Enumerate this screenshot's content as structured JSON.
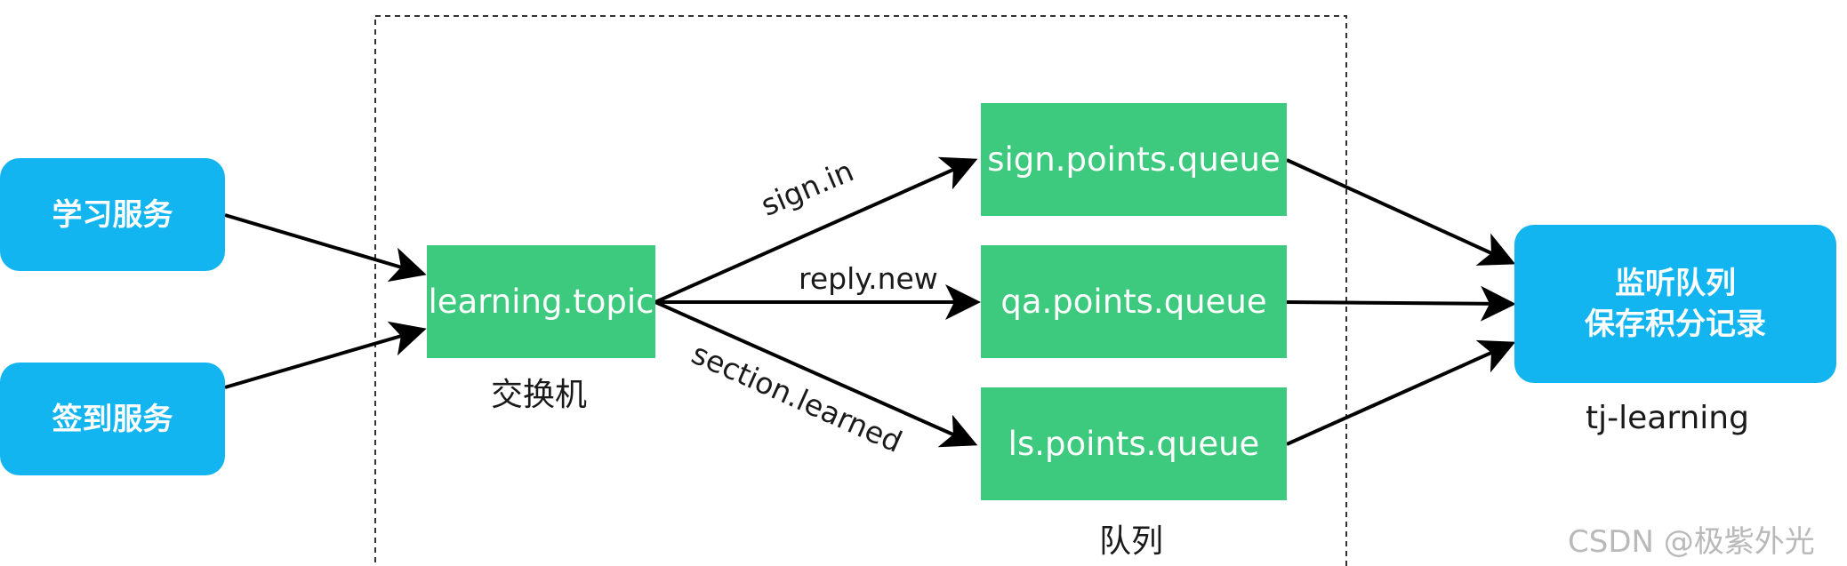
{
  "services": {
    "study": "学习服务",
    "signin": "签到服务"
  },
  "exchange": {
    "name": "learning.topic",
    "caption": "交换机"
  },
  "routing_keys": {
    "sign": "sign.in",
    "reply": "reply.new",
    "section": "section.learned"
  },
  "queues": {
    "sign": "sign.points.queue",
    "qa": "qa.points.queue",
    "ls": "ls.points.queue",
    "caption": "队列"
  },
  "consumer": {
    "text": "监听队列\n保存积分记录",
    "caption": "tj-learning"
  },
  "watermark": "CSDN @极紫外光",
  "colors": {
    "service_blue": "#12b5f0",
    "queue_green": "#3dca7e",
    "arrow": "#000000"
  }
}
